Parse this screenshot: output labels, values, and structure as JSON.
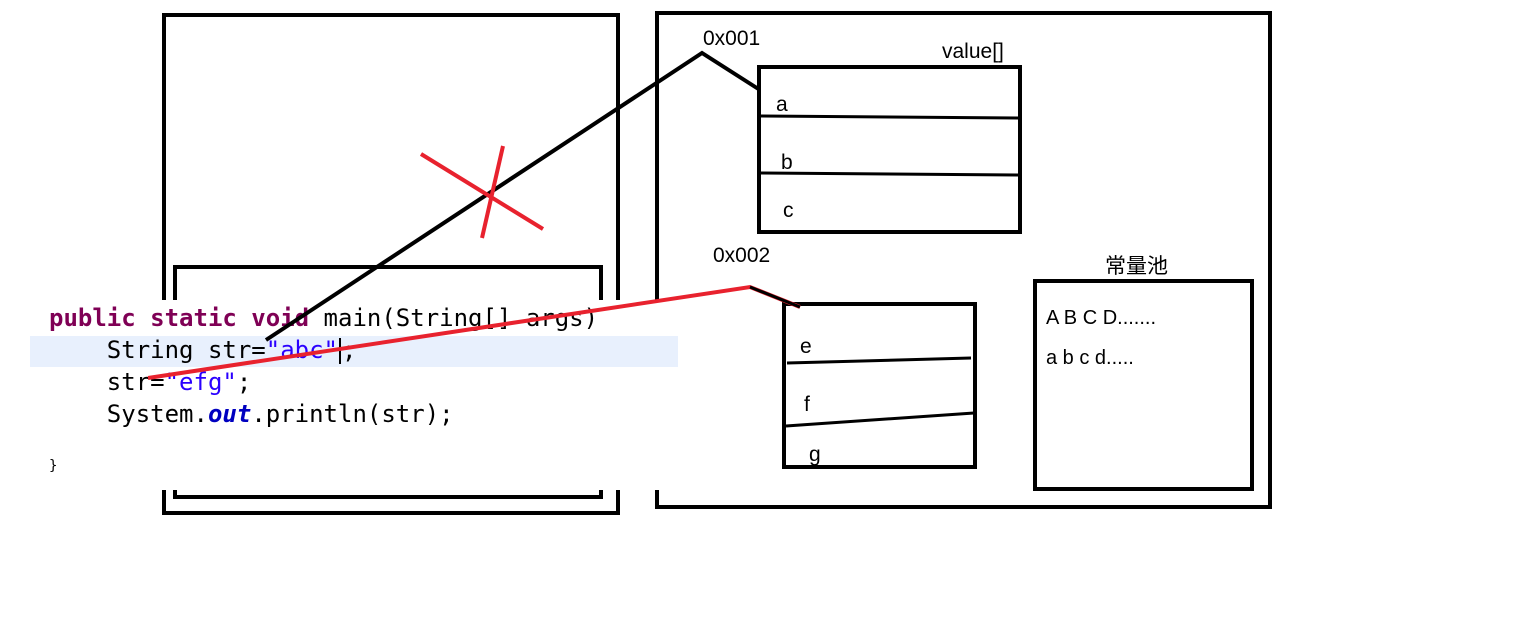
{
  "heap": {
    "addr1": "0x001",
    "addr2": "0x002",
    "array_label": "value[]",
    "array1_cells": [
      "a",
      "b",
      "c"
    ],
    "array2_cells": [
      "e",
      "f",
      "g"
    ]
  },
  "pool": {
    "title": "常量池",
    "line1": "A B C D.......",
    "line2": "a b c d....."
  },
  "code": {
    "line1_kw": "public static void",
    "line1_rest": " main(String[] args)",
    "line2_pre": "    String str=",
    "line2_str": "\"abc\"",
    "line2_post": ";",
    "line3_pre": "    str=",
    "line3_str": "\"efg\"",
    "line3_post": ";",
    "line4_pre": "    System.",
    "line4_fld": "out",
    "line4_post": ".println(str);",
    "line5": "}"
  },
  "colors": {
    "reference_line": "#000000",
    "new_reference": "#e8222e",
    "cross_mark": "#e8222e"
  }
}
